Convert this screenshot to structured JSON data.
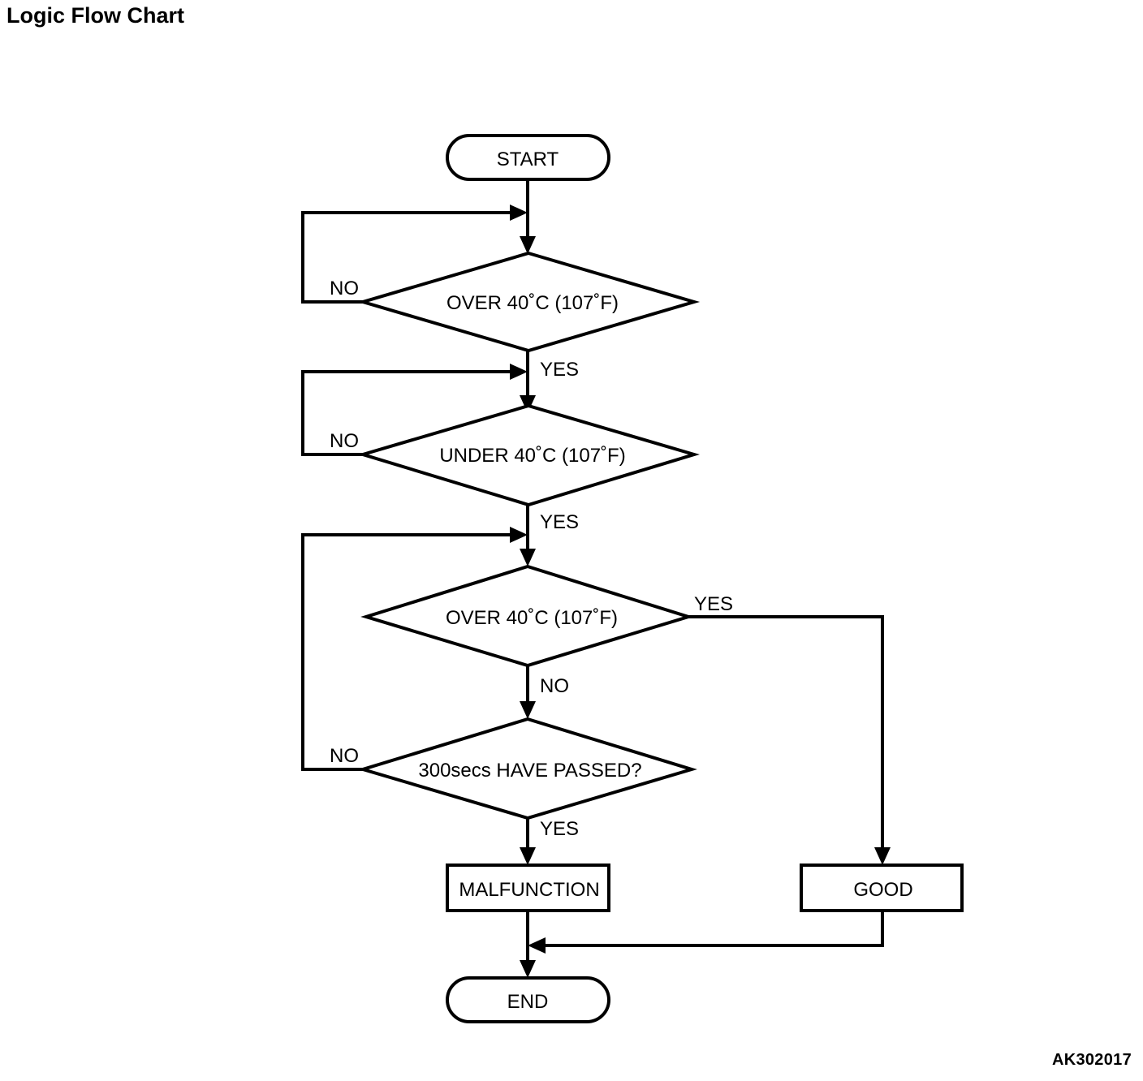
{
  "page": {
    "title": "Logic Flow Chart",
    "reference_code": "AK302017",
    "background_color": "#ffffff",
    "line_color": "#000000"
  },
  "chart_data": {
    "type": "diagram",
    "diagram_kind": "flowchart",
    "title": "Logic Flow Chart",
    "orientation": "top-to-bottom",
    "nodes": [
      {
        "id": "start",
        "shape": "terminator",
        "label": "START"
      },
      {
        "id": "d1",
        "shape": "decision",
        "label": "OVER 40˚C (107˚F)"
      },
      {
        "id": "d2",
        "shape": "decision",
        "label": "UNDER 40˚C (107˚F)"
      },
      {
        "id": "d3",
        "shape": "decision",
        "label": "OVER 40˚C (107˚F)"
      },
      {
        "id": "d4",
        "shape": "decision",
        "label": "300secs HAVE PASSED?"
      },
      {
        "id": "malf",
        "shape": "process",
        "label": "MALFUNCTION"
      },
      {
        "id": "good",
        "shape": "process",
        "label": "GOOD"
      },
      {
        "id": "end",
        "shape": "terminator",
        "label": "END"
      }
    ],
    "edges": [
      {
        "from": "start",
        "to": "d1",
        "label": ""
      },
      {
        "from": "d1",
        "to": "d1",
        "label": "NO",
        "route": "loop-left-up"
      },
      {
        "from": "d1",
        "to": "d2",
        "label": "YES",
        "route": "down"
      },
      {
        "from": "d2",
        "to": "d2",
        "label": "NO",
        "route": "loop-left-up"
      },
      {
        "from": "d2",
        "to": "d3",
        "label": "YES",
        "route": "down"
      },
      {
        "from": "d3",
        "to": "good",
        "label": "YES",
        "route": "right-down"
      },
      {
        "from": "d3",
        "to": "d4",
        "label": "NO",
        "route": "down"
      },
      {
        "from": "d4",
        "to": "d3",
        "label": "NO",
        "route": "loop-left-up"
      },
      {
        "from": "d4",
        "to": "malf",
        "label": "YES",
        "route": "down"
      },
      {
        "from": "malf",
        "to": "end",
        "label": "",
        "route": "down"
      },
      {
        "from": "good",
        "to": "end",
        "label": "",
        "route": "down-left-join"
      }
    ]
  },
  "labels": {
    "start": "START",
    "decision_1": "OVER 40˚C (107˚F)",
    "decision_2": "UNDER 40˚C (107˚F)",
    "decision_3": "OVER 40˚C (107˚F)",
    "decision_4": "300secs HAVE PASSED?",
    "malfunction": "MALFUNCTION",
    "good": "GOOD",
    "end": "END",
    "no_1": "NO",
    "yes_1": "YES",
    "no_2": "NO",
    "yes_2": "YES",
    "yes_3": "YES",
    "no_3": "NO",
    "no_4": "NO",
    "yes_4": "YES"
  }
}
